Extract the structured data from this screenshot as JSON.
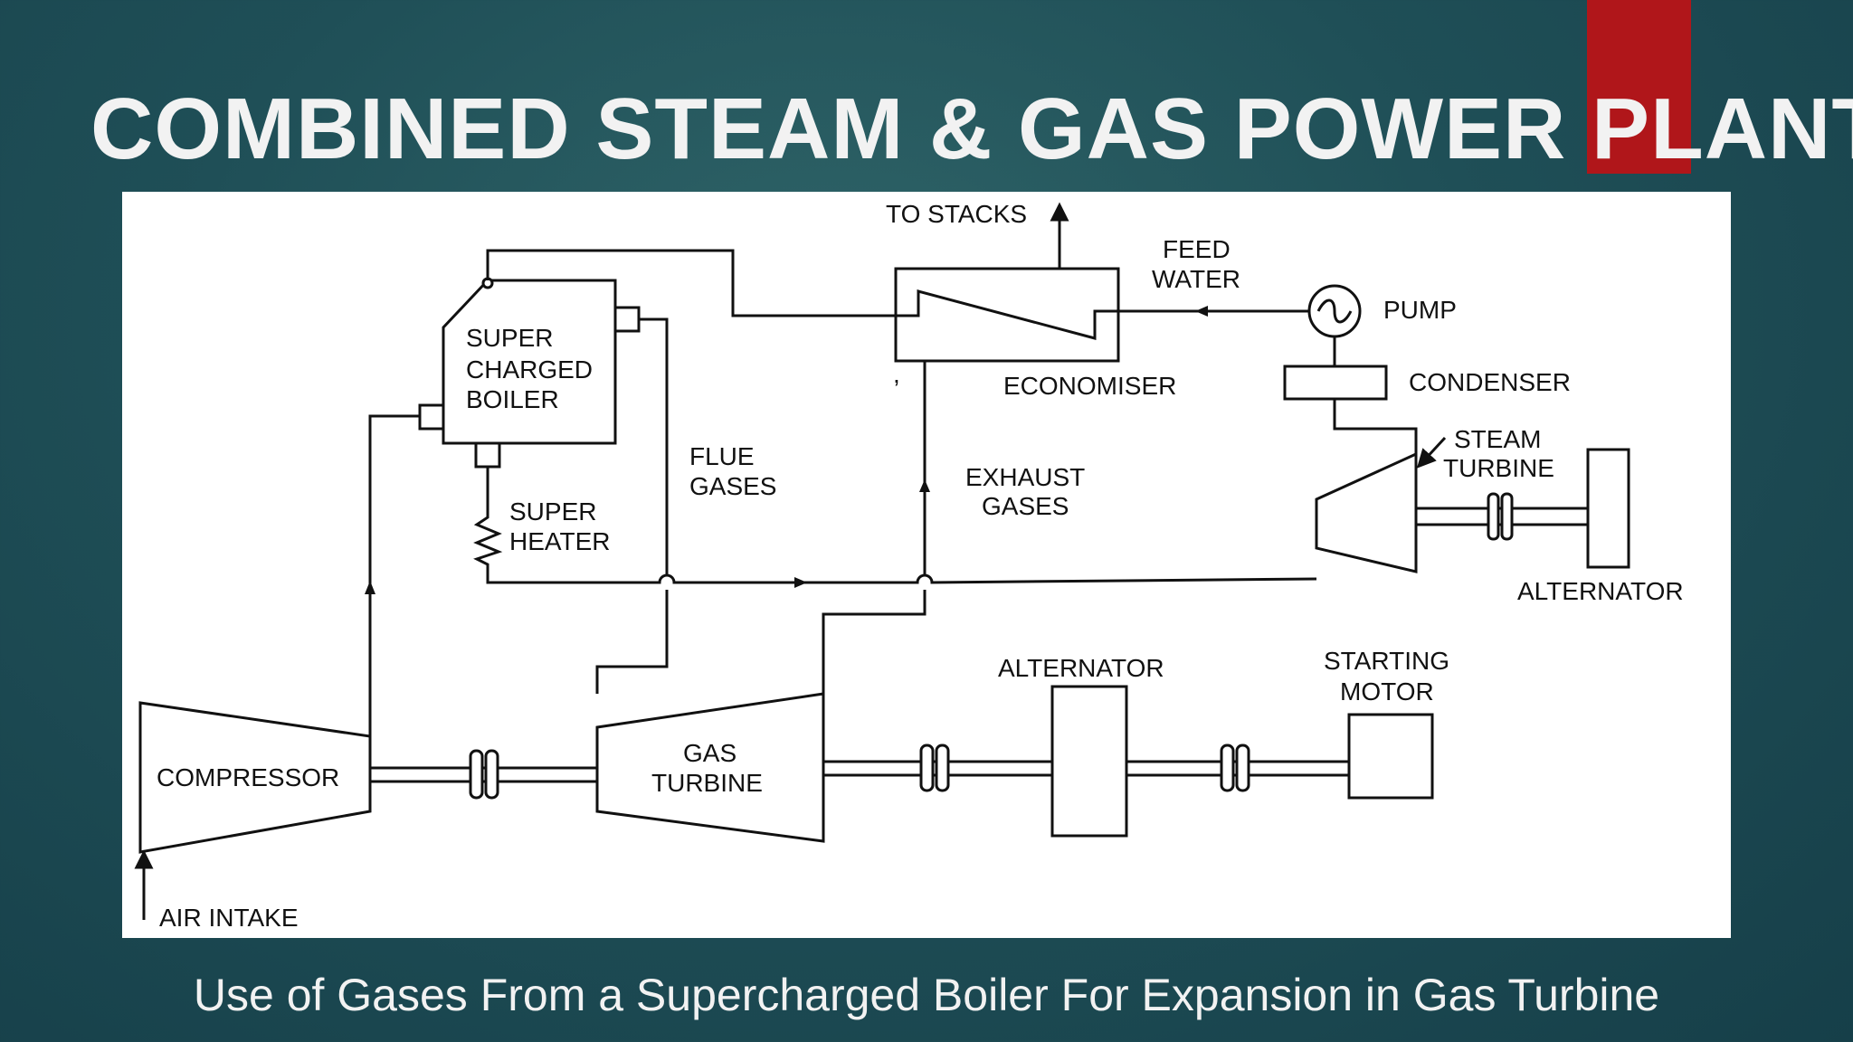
{
  "slide": {
    "title": "COMBINED STEAM & GAS POWER PLANTS",
    "caption": "Use of Gases From a Supercharged Boiler For Expansion in Gas Turbine",
    "accent_color": "#b0161a",
    "background_color": "#1f4f57"
  },
  "diagram": {
    "labels": {
      "to_stacks": "TO STACKS",
      "feed": "FEED",
      "water": "WATER",
      "pump": "PUMP",
      "super": "SUPER",
      "charged": "CHARGED",
      "boiler": "BOILER",
      "economiser": "ECONOMISER",
      "condenser": "CONDENSER",
      "steam": "STEAM",
      "turbine": "TURBINE",
      "flue": "FLUE",
      "gases": "GASES",
      "exhaust": "EXHAUST",
      "exhaust_gases": "GASES",
      "superheater_1": "SUPER",
      "superheater_2": "HEATER",
      "alternator_steam": "ALTERNATOR",
      "alternator_gas": "ALTERNATOR",
      "starting": "STARTING",
      "motor": "MOTOR",
      "compressor": "COMPRESSOR",
      "gas": "GAS",
      "gas_turbine": "TURBINE",
      "air_intake": "AIR INTAKE"
    }
  }
}
